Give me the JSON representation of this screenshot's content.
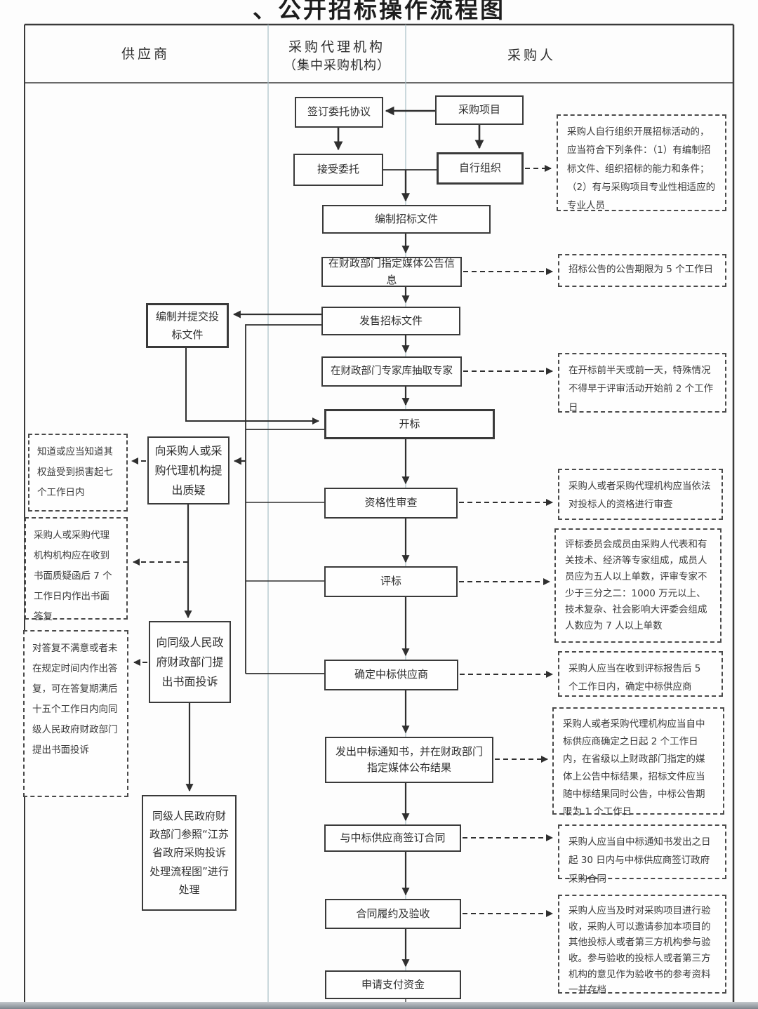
{
  "title": "、公开招标操作流程图",
  "columns": {
    "supplier": "供应商",
    "agency_line1": "采购代理机构",
    "agency_line2": "（集中采购机构）",
    "purchaser": "采购人"
  },
  "boxes": {
    "sign_agreement": "签订委托协议",
    "procurement_project": "采购项目",
    "accept_entrustment": "接受委托",
    "self_organize": "自行组织",
    "prepare_bid_docs": "编制招标文件",
    "publish_announcement": "在财政部门指定媒体公告信息",
    "prepare_submit_bid": "编制并提交投标文件",
    "sell_bid_docs": "发售招标文件",
    "draw_experts": "在财政部门专家库抽取专家",
    "bid_opening": "开标",
    "raise_query": "向采购人或采购代理机构提出质疑",
    "qualification_review": "资格性审查",
    "bid_evaluation": "评标",
    "file_complaint": "向同级人民政府财政部门提出书面投诉",
    "determine_supplier": "确定中标供应商",
    "issue_award_notice": "发出中标通知书，并在财政部门指定媒体公布结果",
    "complaint_handling": "同级人民政府财政部门参照“江苏省政府采购投诉处理流程图”进行处理",
    "sign_contract": "与中标供应商签订合同",
    "contract_acceptance": "合同履约及验收",
    "apply_payment": "申请支付资金"
  },
  "left_notes": {
    "query_time_limit": "知道或应当知道其权益受到损害起七个工作日内",
    "reply_time_limit": "采购人或采购代理机构机构应在收到书面质疑函后 7 个工作日内作出书面答复",
    "complaint_time_limit": "对答复不满意或者未在规定时间内作出答复，可在答复期满后十五个工作日内向同级人民政府财政部门提出书面投诉"
  },
  "right_notes": {
    "self_organize_conditions": "采购人自行组织开展招标活动的，应当符合下列条件：（1）有编制招标文件、组织招标的能力和条件；（2）有与采购项目专业性相适应的专业人员",
    "announcement_period": "招标公告的公告期限为 5 个工作日",
    "expert_extraction_timing": "在开标前半天或前一天，特殊情况不得早于评审活动开始前 2 个工作日",
    "qualification_review_rule": "采购人或者采购代理机构应当依法对投标人的资格进行审查",
    "evaluation_committee_rule": "评标委员会成员由采购人代表和有关技术、经济等专家组成，成员人员应为五人以上单数，评审专家不少于三分之二：1000 万元以上、技术复杂、社会影响大评委会组成人数应为 7 人以上单数",
    "determine_supplier_rule": "采购人应当在收到评标报告后 5 个工作日内，确定中标供应商",
    "award_announcement_rule": "采购人或者采购代理机构应当自中标供应商确定之日起 2 个工作日内，在省级以上财政部门指定的媒体上公告中标结果，招标文件应当随中标结果同时公告，中标公告期限为 1 个工作日",
    "contract_signing_rule": "采购人应当自中标通知书发出之日起 30 日内与中标供应商签订政府采购合同",
    "acceptance_rule": "采购人应当及时对采购项目进行验收，采购人可以邀请参加本项目的其他投标人或者第三方机构参与验收。参与验收的投标人或者第三方机构的意见作为验收书的参考资料一并存档"
  },
  "colors": {
    "line": "#2f2f2f",
    "divider": "#a9bfc6",
    "text": "#333333"
  }
}
